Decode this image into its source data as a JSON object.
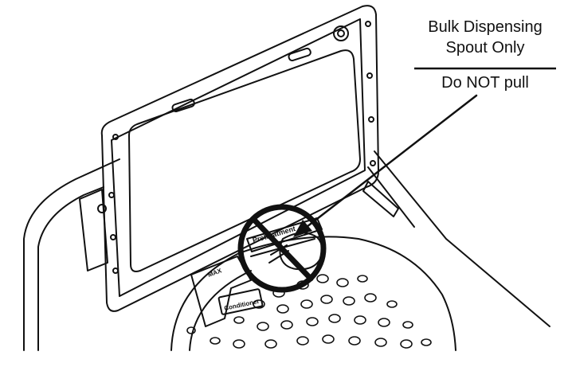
{
  "callout": {
    "line1": "Bulk Dispensing",
    "line2": "Spout Only",
    "line3": "Do NOT pull"
  },
  "labels": {
    "pretreatment": "Pretreatment",
    "conditioner": "Conditioner",
    "max": "MAX"
  },
  "colors": {
    "ink": "#111111",
    "background": "#ffffff"
  }
}
